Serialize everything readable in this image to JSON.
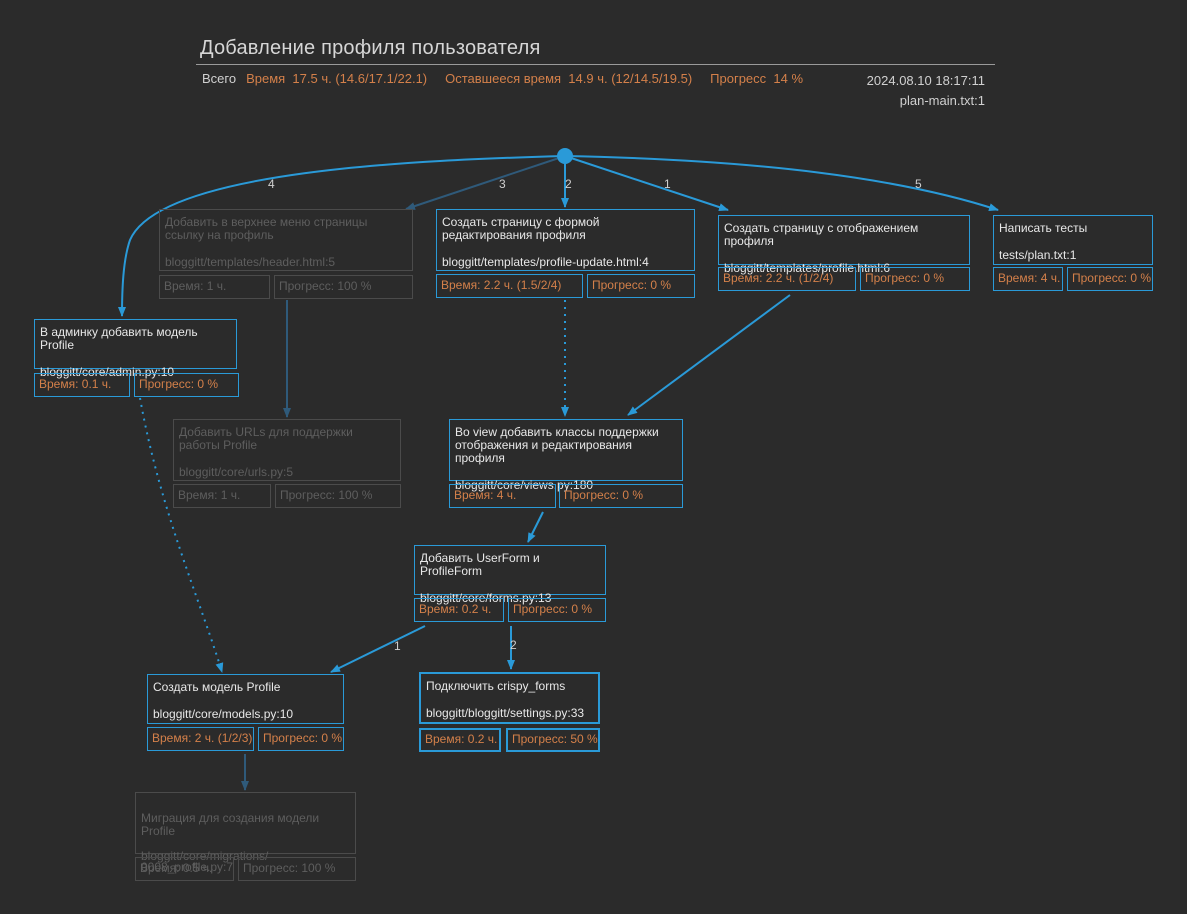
{
  "header": {
    "title": "Добавление профиля пользователя",
    "total_label": "Всего",
    "time": "Время  17.5 ч. (14.6/17.1/22.1)",
    "remaining": "Оставшееся время  14.9 ч. (12/14.5/19.5)",
    "progress": "Прогресс  14 %",
    "timestamp": "2024.08.10 18:17:11",
    "file": "plan-main.txt:1"
  },
  "colors": {
    "accent": "#2a9ad8",
    "metric": "#d4804a",
    "done_border": "#4b4b4b",
    "done_edge": "#2f5a7a"
  },
  "nodes": {
    "header_menu": {
      "title": "Добавить в верхнее меню страницы ссылку на профиль",
      "path": "bloggitt/templates/header.html:5",
      "time": "Время: 1 ч.",
      "progress": "Прогресс: 100 %",
      "status": "done"
    },
    "profile_update": {
      "title": "Создать страницу с формой редактирования профиля",
      "path": "bloggitt/templates/profile-update.html:4",
      "time": "Время: 2.2 ч. (1.5/2/4)",
      "progress": "Прогресс: 0 %",
      "status": "active"
    },
    "profile_view": {
      "title": "Создать страницу с отображением профиля",
      "path": "bloggitt/templates/profile.html:6",
      "time": "Время: 2.2 ч. (1/2/4)",
      "progress": "Прогресс: 0 %",
      "status": "active"
    },
    "tests": {
      "title": "Написать тесты",
      "path": "tests/plan.txt:1",
      "time": "Время: 4 ч.",
      "progress": "Прогресс: 0 %",
      "status": "active"
    },
    "admin": {
      "title": "В админку добавить модель Profile",
      "path": "bloggitt/core/admin.py:10",
      "time": "Время: 0.1 ч.",
      "progress": "Прогресс: 0 %",
      "status": "active"
    },
    "urls": {
      "title": "Добавить URLs для поддержки работы Profile",
      "path": "bloggitt/core/urls.py:5",
      "time": "Время: 1 ч.",
      "progress": "Прогресс: 100 %",
      "status": "done"
    },
    "views": {
      "title": "Во view добавить классы поддержки отображения и редактирования профиля",
      "path": "bloggitt/core/views.py:180",
      "time": "Время: 4 ч.",
      "progress": "Прогресс: 0 %",
      "status": "active"
    },
    "forms": {
      "title": "Добавить UserForm и ProfileForm",
      "path": "bloggitt/core/forms.py:13",
      "time": "Время: 0.2 ч.",
      "progress": "Прогресс: 0 %",
      "status": "active"
    },
    "models": {
      "title": "Создать модель Profile",
      "path": "bloggitt/core/models.py:10",
      "time": "Время: 2 ч. (1/2/3)",
      "progress": "Прогресс: 0 %",
      "status": "active"
    },
    "crispy": {
      "title": "Подключить crispy_forms",
      "path": "bloggitt/bloggitt/settings.py:33",
      "time": "Время: 0.2 ч.",
      "progress": "Прогресс: 50 %",
      "status": "current"
    },
    "migration": {
      "title": "Миграция для создания модели Profile",
      "path": "bloggitt/core/migrations/\n0008_profile.py:7",
      "time": "Время: 0.5 ч.",
      "progress": "Прогресс: 100 %",
      "status": "done"
    }
  },
  "edge_labels": {
    "root_to_admin": "4",
    "root_to_header_menu": "3",
    "root_to_profile_update": "2",
    "root_to_profile_view": "1",
    "root_to_tests": "5",
    "forms_to_models": "1",
    "forms_to_crispy": "2"
  }
}
